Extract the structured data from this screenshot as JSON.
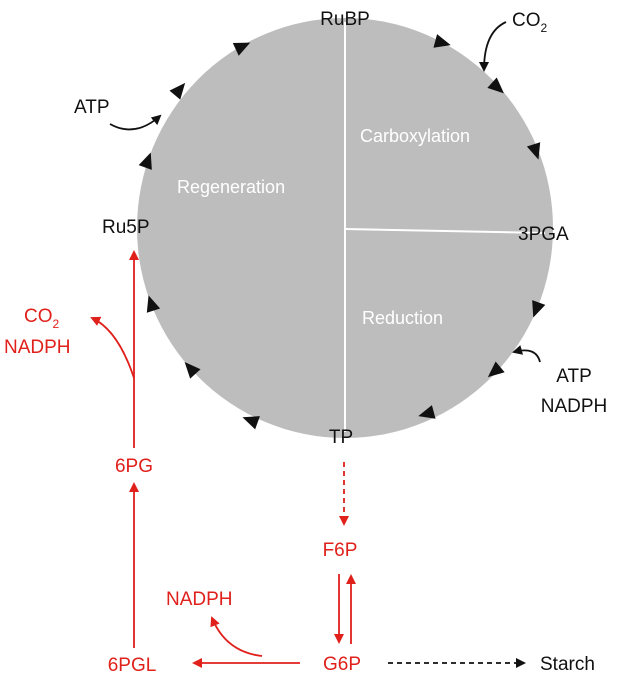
{
  "colors": {
    "circle_fill": "#bdbdbd",
    "pathway_red": "#e0201b",
    "text_black": "#111111",
    "divider": "#ffffff"
  },
  "calvin_cycle": {
    "phases": {
      "regeneration": "Regeneration",
      "carboxylation": "Carboxylation",
      "reduction": "Reduction"
    },
    "metabolites": {
      "rubp": "RuBP",
      "pga": "3PGA",
      "tp": "TP",
      "ru5p": "Ru5P"
    },
    "inputs": {
      "co2_main": "CO",
      "co2_sub": "2",
      "atp_regen": "ATP",
      "atp_reduction": "ATP",
      "nadph_reduction": "NADPH"
    }
  },
  "oxidative_pentose_pathway": {
    "metabolites": {
      "f6p": "F6P",
      "g6p": "G6P",
      "pgl": "6PGL",
      "pg": "6PG"
    },
    "products": {
      "co2_main": "CO",
      "co2_sub": "2",
      "nadph_from_6pg": "NADPH",
      "nadph_from_g6p": "NADPH"
    }
  },
  "starch": {
    "label": "Starch"
  }
}
